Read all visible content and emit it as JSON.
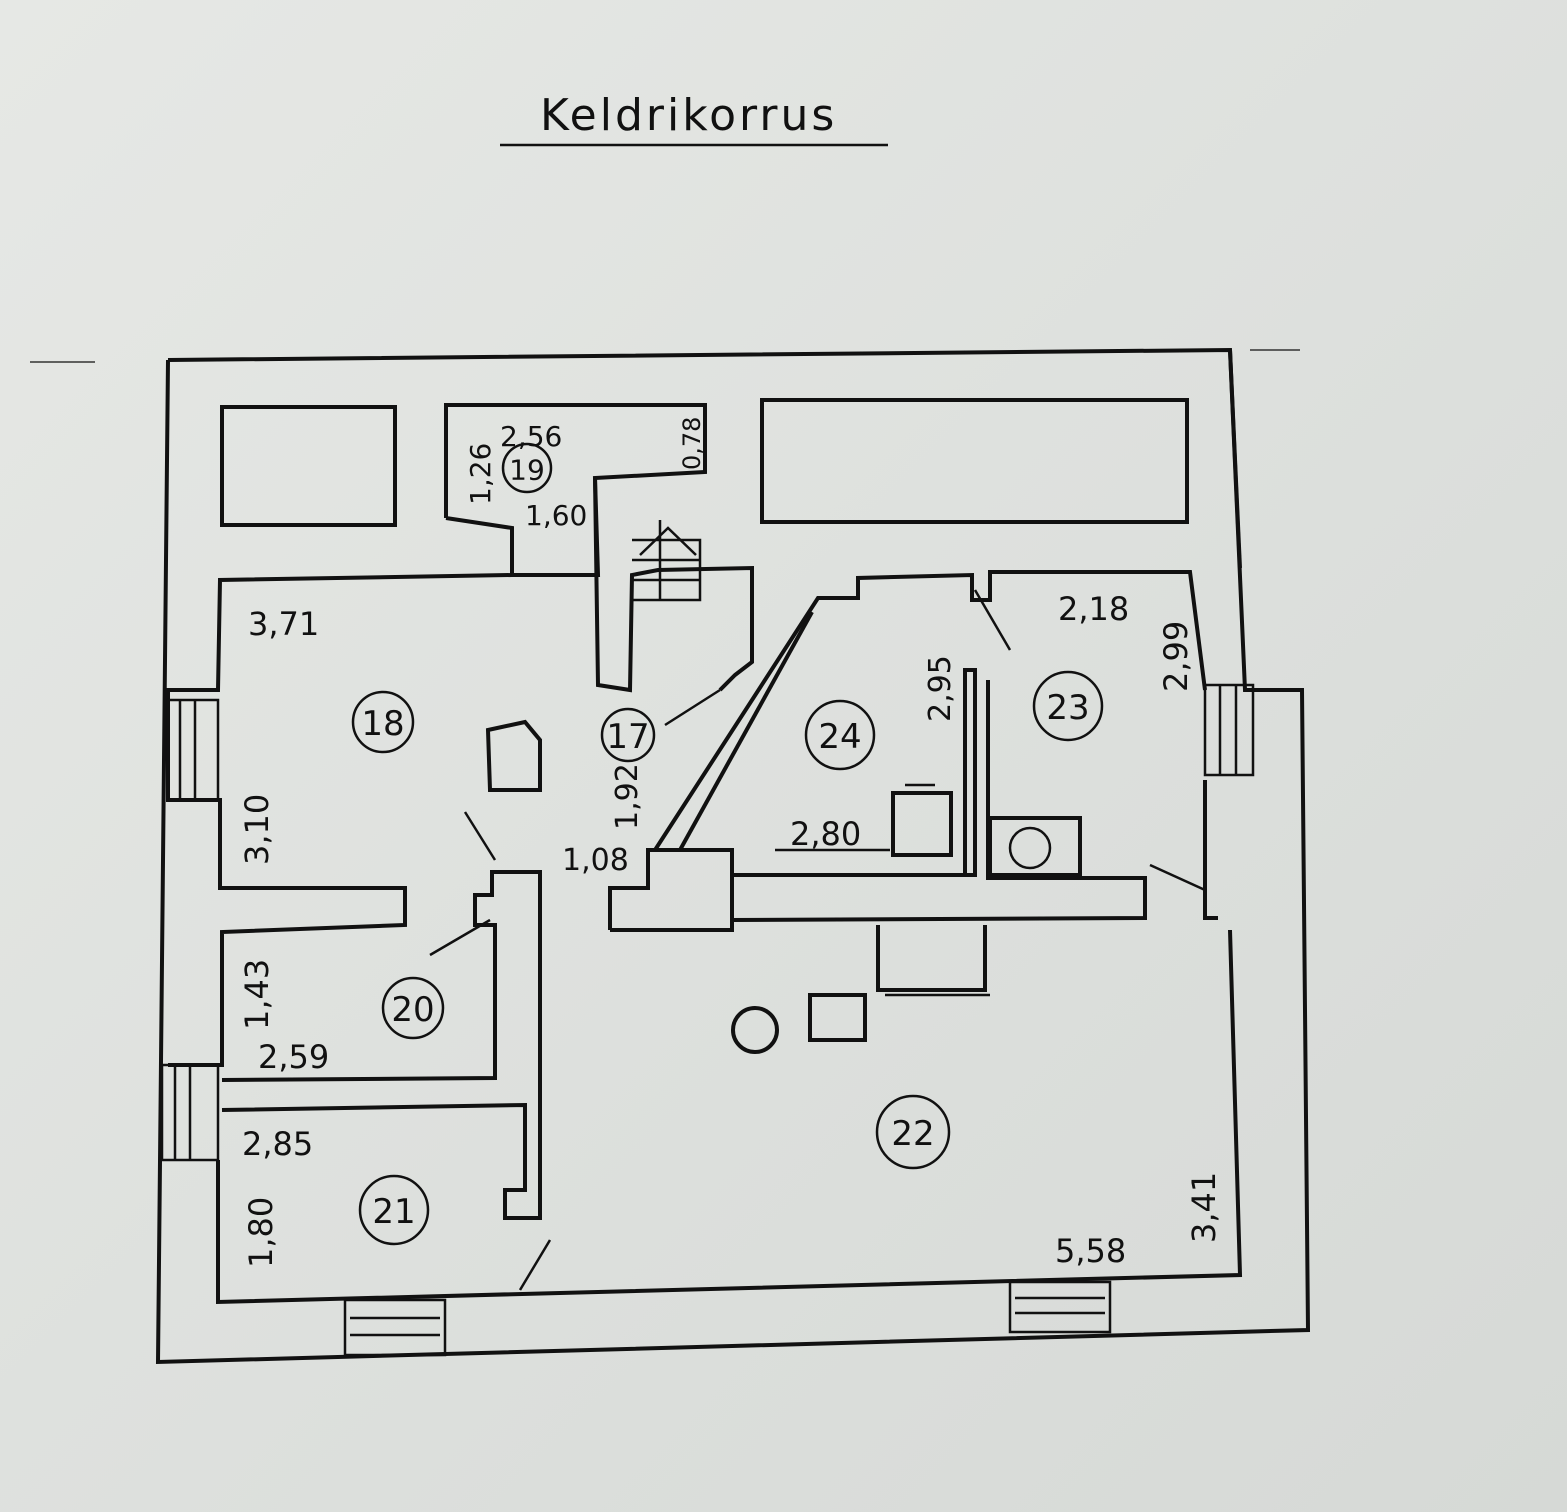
{
  "title": "Keldrikorrus",
  "rooms": [
    {
      "number": "17"
    },
    {
      "number": "18"
    },
    {
      "number": "19"
    },
    {
      "number": "20"
    },
    {
      "number": "21"
    },
    {
      "number": "22"
    },
    {
      "number": "23"
    },
    {
      "number": "24"
    }
  ],
  "dimensions": {
    "r19_top": "2,56",
    "r19_left": "1,26",
    "r19_bottom": "1,60",
    "r19_right": "0,78",
    "r18_top": "3,71",
    "r18_left": "3,10",
    "r17_side": "1,92",
    "r17_bottom": "1,08",
    "r24_side": "2,95",
    "r24_bottom": "2,80",
    "r23_top": "2,18",
    "r23_side": "2,99",
    "r20_side": "1,43",
    "r20_bottom": "2,59",
    "r21_top": "2,85",
    "r21_side": "1,80",
    "r22_side": "3,41",
    "r22_bottom": "5,58"
  }
}
